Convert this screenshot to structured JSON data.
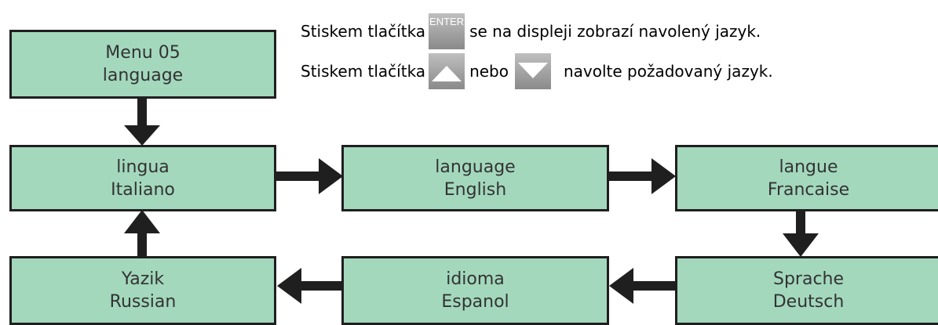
{
  "instructions": {
    "line1_prefix": "Stiskem tlačítka",
    "line1_key": "ENTER",
    "line1_suffix": "se na displeji zobrazí navolený jazyk.",
    "line2_prefix": "Stiskem tlačítka",
    "line2_mid": "nebo",
    "line2_suffix": "navolte požadovaný jazyk.",
    "key_up_icon": "arrow-up-icon",
    "key_down_icon": "arrow-down-icon"
  },
  "boxes": {
    "menu": {
      "line1": "Menu 05",
      "line2": "language"
    },
    "italiano": {
      "line1": "lingua",
      "line2": "Italiano"
    },
    "english": {
      "line1": "language",
      "line2": "English"
    },
    "francaise": {
      "line1": "langue",
      "line2": "Francaise"
    },
    "deutsch": {
      "line1": "Sprache",
      "line2": "Deutsch"
    },
    "espanol": {
      "line1": "idioma",
      "line2": "Espanol"
    },
    "russian": {
      "line1": "Yazik",
      "line2": "Russian"
    }
  },
  "colors": {
    "box_fill": "#a3d8bd",
    "box_border": "#1f1f1f",
    "arrow": "#1f1f1f"
  }
}
